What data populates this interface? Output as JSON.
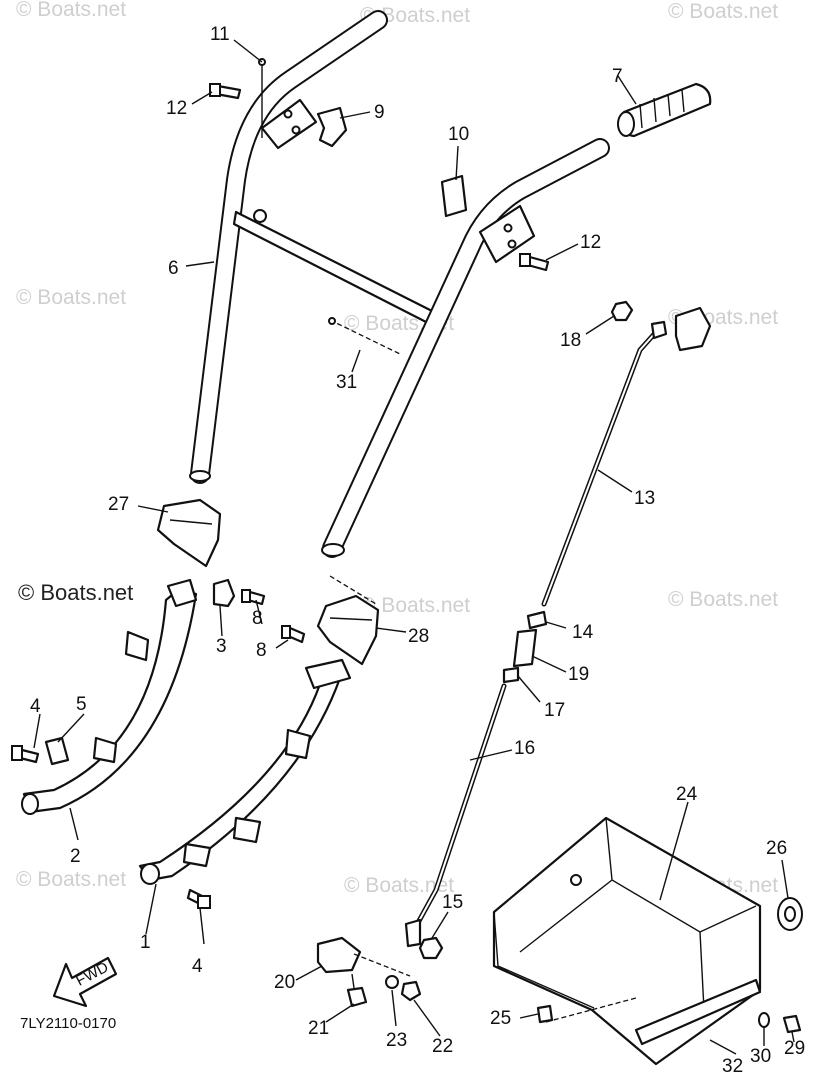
{
  "watermarks": [
    "© Boats.net",
    "© Boats.net",
    "© Boats.net",
    "© Boats.net",
    "© Boats.net",
    "© Boats.net",
    "© Boats.net",
    "© Boats.net",
    "© Boats.net",
    "© Boats.net",
    "© Boats.net"
  ],
  "watermark_dark": "© Boats.net",
  "diagram_code": "7LY2110-0170",
  "fwd_label": "FWD",
  "callouts": {
    "p1": "1",
    "p2": "2",
    "p3": "3",
    "p4a": "4",
    "p4b": "4",
    "p5": "5",
    "p6": "6",
    "p7": "7",
    "p8a": "8",
    "p8b": "8",
    "p9": "9",
    "p10": "10",
    "p11": "11",
    "p12a": "12",
    "p12b": "12",
    "p13": "13",
    "p14": "14",
    "p15": "15",
    "p16": "16",
    "p17": "17",
    "p18": "18",
    "p19": "19",
    "p20": "20",
    "p21": "21",
    "p22": "22",
    "p23": "23",
    "p24": "24",
    "p25": "25",
    "p26": "26",
    "p27": "27",
    "p28": "28",
    "p29": "29",
    "p30": "30",
    "p31": "31",
    "p32": "32"
  }
}
